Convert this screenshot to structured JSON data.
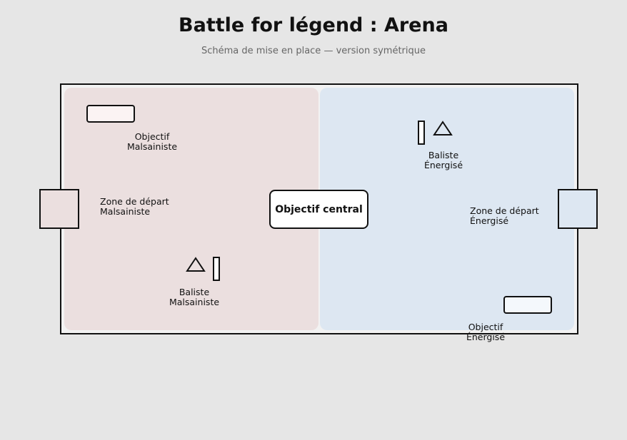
{
  "title": "Battle for légend : Arena",
  "subtitle": "Schéma de mise en place — version symétrique",
  "colors": {
    "background": "#e6e6e6",
    "malsainiste_zone": "#ebdfdf",
    "energise_zone": "#dde7f2",
    "outline": "#111111"
  },
  "central_objective": "Objectif central",
  "malsainiste": {
    "objective_label": "Objectif\nMalsainiste",
    "spawn_label": "Zone de départ\nMalsainiste",
    "ballista_label": "Baliste\nMalsainiste"
  },
  "energise": {
    "objective_label": "Objectif\nÉnergisé",
    "spawn_label": "Zone de départ\nÉnergisé",
    "ballista_label": "Baliste\nÉnergisé"
  },
  "icons": {
    "ballista": "triangle-icon",
    "objective_marker": "rounded-rect-icon"
  }
}
